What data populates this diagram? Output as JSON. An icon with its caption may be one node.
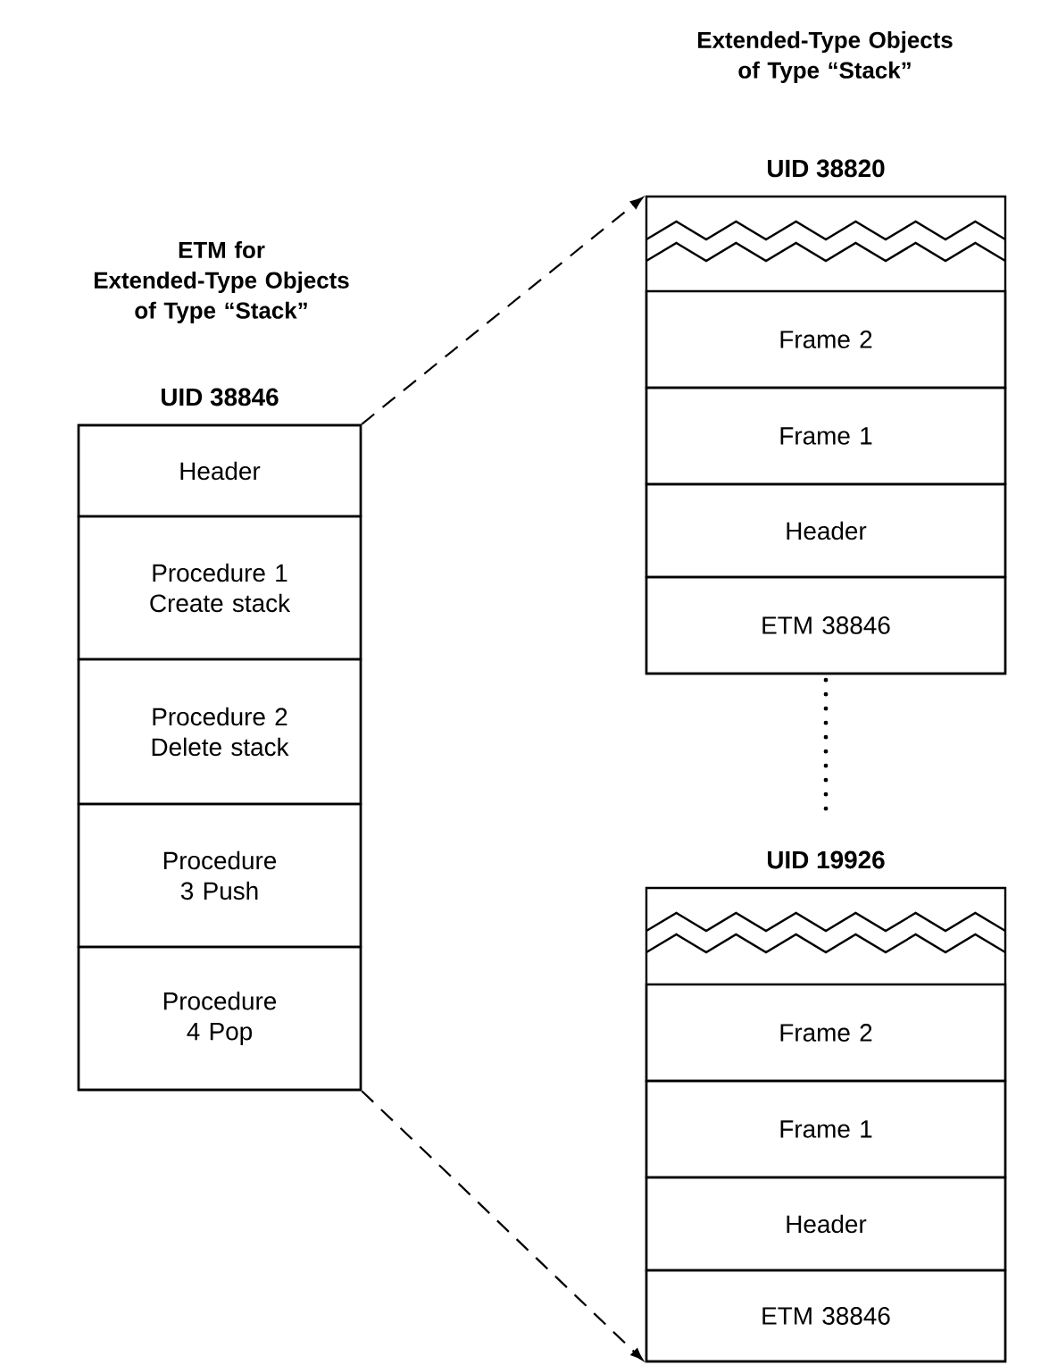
{
  "diagram": {
    "nodes": [
      {
        "text": [
          "UID 38846"
        ]
      },
      {
        "text": [
          "Header"
        ],
        "in": 0
      },
      {
        "text": [
          "Procedure 1 Create stack"
        ],
        "in": 0
      },
      {
        "text": [
          "Procedure 2 Delete stack"
        ],
        "in": 0
      },
      {
        "text": [
          "Procedure 3 Push"
        ],
        "in": 0
      },
      {
        "text": [
          "Procedure 4 Pop"
        ],
        "in": 0
      },
      {
        "text": [
          "UID 38820"
        ]
      },
      {
        "text": [
          "Frame 2"
        ],
        "in": 6
      },
      {
        "text": [
          "Frame 1"
        ],
        "in": 6
      },
      {
        "text": [
          "Header"
        ],
        "in": 6
      },
      {
        "text": [
          "ETM 38846"
        ],
        "in": 6
      },
      {
        "text": [
          "UID 19926"
        ]
      },
      {
        "text": [
          "Frame 2"
        ],
        "in": 11
      },
      {
        "text": [
          "Frame 1"
        ],
        "in": 11
      },
      {
        "text": [
          "Header"
        ],
        "in": 11
      },
      {
        "text": [
          "ETM 38846"
        ],
        "in": 11
      }
    ],
    "edges": [
      {
        "from": 0,
        "to": 6,
        "arrow": "to",
        "style": "dashed"
      },
      {
        "from": 6,
        "to": 11,
        "arrow": "none"
      },
      {
        "from": 0,
        "to": 11,
        "arrow": "to",
        "style": "dashed"
      }
    ],
    "labels": [
      "Extended-Type Objects of Type “Stack”",
      "ETM for Extended-Type Objects of Type “Stack”"
    ]
  }
}
